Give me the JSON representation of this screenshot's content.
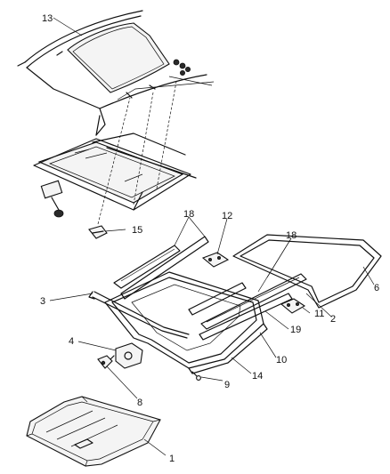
{
  "diagram": {
    "callouts": [
      {
        "id": "c13",
        "text": "13"
      },
      {
        "id": "c15",
        "text": "15"
      },
      {
        "id": "c18a",
        "text": "18"
      },
      {
        "id": "c12",
        "text": "12"
      },
      {
        "id": "c18b",
        "text": "18"
      },
      {
        "id": "c6",
        "text": "6"
      },
      {
        "id": "c3",
        "text": "3"
      },
      {
        "id": "c11",
        "text": "11"
      },
      {
        "id": "c2",
        "text": "2"
      },
      {
        "id": "c19",
        "text": "19"
      },
      {
        "id": "c4",
        "text": "4"
      },
      {
        "id": "c10",
        "text": "10"
      },
      {
        "id": "c14",
        "text": "14"
      },
      {
        "id": "c9",
        "text": "9"
      },
      {
        "id": "c8",
        "text": "8"
      },
      {
        "id": "c1",
        "text": "1"
      }
    ]
  }
}
